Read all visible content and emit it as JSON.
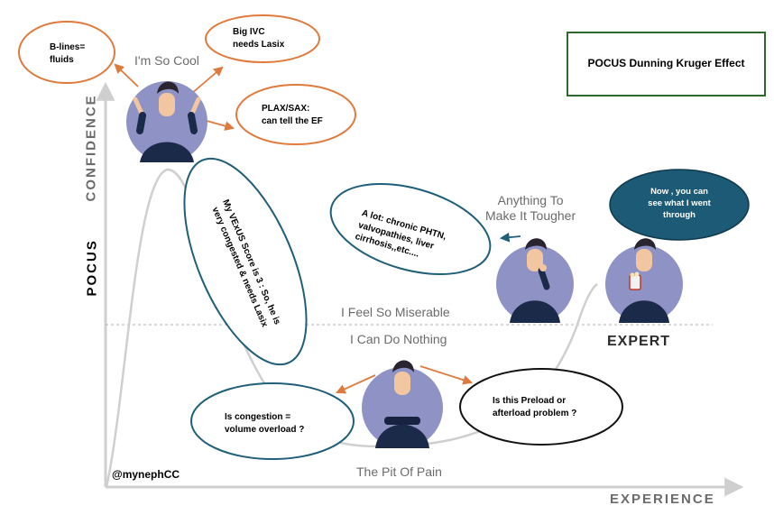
{
  "title_box": {
    "text": "POCUS Dunning Kruger Effect"
  },
  "axes": {
    "y_label_prefix": "POCUS",
    "y_label_main": "CONFIDENCE",
    "x_label": "EXPERIENCE"
  },
  "stages": {
    "peak": "I'm So Cool",
    "tougher": "Anything To\nMake It Tougher",
    "miserable": "I Feel So Miserable",
    "nothing": "I Can Do Nothing",
    "pit": "The Pit Of Pain",
    "expert": "EXPERT"
  },
  "bubbles": {
    "blines": "B-lines=\nfluids",
    "ivc": "Big IVC\nneeds Lasix",
    "plax": "PLAX/SAX:\ncan tell the EF",
    "vexus": "My VExUS Score is 3 : So, he is\nvery congested & needs Lasix",
    "chronic": "A lot: chronic PHTN,\nvalvopathies, liver\ncirrhosis,,etc....",
    "expert_quote": "Now , you can\nsee what I went\nthrough",
    "congestion": "Is congestion =\nvolume overload ?",
    "preload": "Is this Preload or\nafterload problem ?"
  },
  "handle": "@mynephCC",
  "colors": {
    "orange": "#e07a3c",
    "teal": "#1f5f7a",
    "teal_fill": "#1c5a76",
    "green": "#2e6a2e",
    "avatar_bg": "#8e92c4",
    "curve": "#cfcfcf",
    "axis": "#cfcfcf",
    "dashed": "#b0b0b0",
    "label_gray": "#6b6b6b",
    "shirt": "#1c2a4a",
    "hair": "#2a2330",
    "skin": "#f1c6a0"
  }
}
